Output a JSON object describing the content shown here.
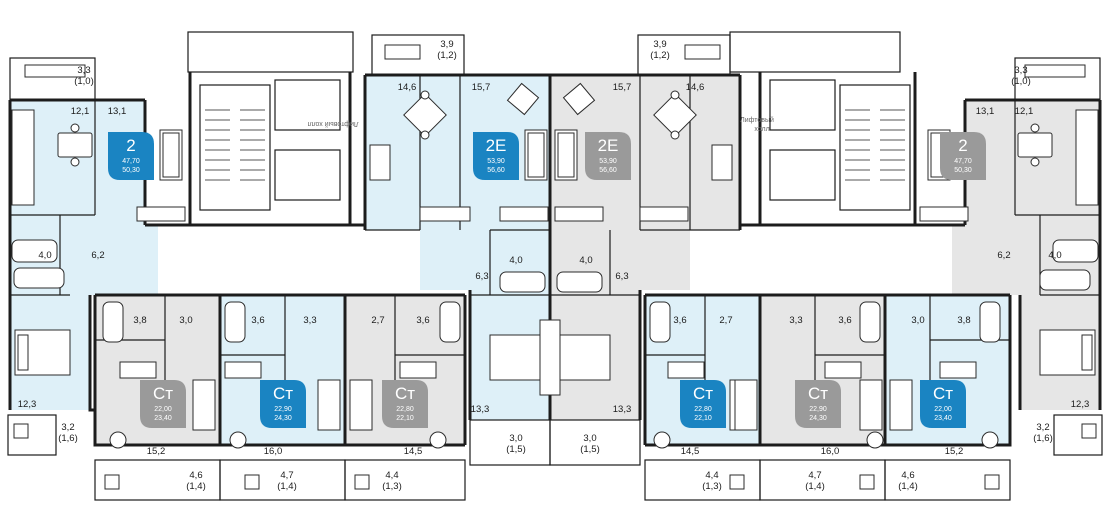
{
  "colors": {
    "blue_apartment": "#def0f8",
    "grey_apartment": "#e6e6e6",
    "blue_badge": "#1a84c2",
    "grey_badge": "#9a9a9a",
    "wall": "#1c1c1c"
  },
  "balconies": [
    {
      "id": "b-tl",
      "area": "3,3",
      "coef": "(1,0)"
    },
    {
      "id": "b-tc",
      "area": "3,9",
      "coef": "(1,2)"
    },
    {
      "id": "b-tc2",
      "area": "3,9",
      "coef": "(1,2)"
    },
    {
      "id": "b-tr",
      "area": "3,3",
      "coef": "(1,0)"
    },
    {
      "id": "b-l",
      "area": "3,2",
      "coef": "(1,6)"
    },
    {
      "id": "b-r",
      "area": "3,2",
      "coef": "(1,6)"
    },
    {
      "id": "b-b1",
      "area": "4,6",
      "coef": "(1,4)"
    },
    {
      "id": "b-b2",
      "area": "4,7",
      "coef": "(1,4)"
    },
    {
      "id": "b-b3",
      "area": "4,4",
      "coef": "(1,3)"
    },
    {
      "id": "b-b4",
      "area": "3,0",
      "coef": "(1,5)"
    },
    {
      "id": "b-b5",
      "area": "3,0",
      "coef": "(1,5)"
    },
    {
      "id": "b-b6",
      "area": "4,4",
      "coef": "(1,3)"
    },
    {
      "id": "b-b7",
      "area": "4,7",
      "coef": "(1,4)"
    },
    {
      "id": "b-b8",
      "area": "4,6",
      "coef": "(1,4)"
    }
  ],
  "room_areas": [
    {
      "id": "r1",
      "v": "12,1"
    },
    {
      "id": "r2",
      "v": "13,1"
    },
    {
      "id": "r3",
      "v": "14,6"
    },
    {
      "id": "r4",
      "v": "15,7"
    },
    {
      "id": "r5",
      "v": "15,7"
    },
    {
      "id": "r6",
      "v": "14,6"
    },
    {
      "id": "r7",
      "v": "13,1"
    },
    {
      "id": "r8",
      "v": "12,1"
    },
    {
      "id": "r9",
      "v": "4,0"
    },
    {
      "id": "r10",
      "v": "6,2"
    },
    {
      "id": "r11",
      "v": "4,0"
    },
    {
      "id": "r12",
      "v": "4,0"
    },
    {
      "id": "r13",
      "v": "6,2"
    },
    {
      "id": "r14",
      "v": "4,0"
    },
    {
      "id": "r15",
      "v": "6,3"
    },
    {
      "id": "r16",
      "v": "6,3"
    },
    {
      "id": "r17",
      "v": "3,8"
    },
    {
      "id": "r18",
      "v": "3,0"
    },
    {
      "id": "r19",
      "v": "3,6"
    },
    {
      "id": "r20",
      "v": "3,3"
    },
    {
      "id": "r21",
      "v": "2,7"
    },
    {
      "id": "r22",
      "v": "3,6"
    },
    {
      "id": "r23",
      "v": "3,6"
    },
    {
      "id": "r24",
      "v": "2,7"
    },
    {
      "id": "r25",
      "v": "3,3"
    },
    {
      "id": "r26",
      "v": "3,6"
    },
    {
      "id": "r27",
      "v": "3,0"
    },
    {
      "id": "r28",
      "v": "3,8"
    },
    {
      "id": "r29",
      "v": "12,3"
    },
    {
      "id": "r30",
      "v": "15,2"
    },
    {
      "id": "r31",
      "v": "16,0"
    },
    {
      "id": "r32",
      "v": "14,5"
    },
    {
      "id": "r33",
      "v": "13,3"
    },
    {
      "id": "r34",
      "v": "13,3"
    },
    {
      "id": "r35",
      "v": "14,5"
    },
    {
      "id": "r36",
      "v": "16,0"
    },
    {
      "id": "r37",
      "v": "15,2"
    },
    {
      "id": "r38",
      "v": "12,3"
    }
  ],
  "apartments": [
    {
      "id": "apt-2-left",
      "type": "2",
      "area_living": "47,70",
      "area_total": "50,30",
      "color": "blue"
    },
    {
      "id": "apt-2e-left",
      "type": "2E",
      "area_living": "53,90",
      "area_total": "56,60",
      "color": "blue"
    },
    {
      "id": "apt-2e-right",
      "type": "2E",
      "area_living": "53,90",
      "area_total": "56,60",
      "color": "grey"
    },
    {
      "id": "apt-2-right",
      "type": "2",
      "area_living": "47,70",
      "area_total": "50,30",
      "color": "grey"
    },
    {
      "id": "apt-st-1",
      "type": "Ст",
      "area_living": "22,00",
      "area_total": "23,40",
      "color": "grey"
    },
    {
      "id": "apt-st-2",
      "type": "Ст",
      "area_living": "22,90",
      "area_total": "24,30",
      "color": "blue"
    },
    {
      "id": "apt-st-3",
      "type": "Ст",
      "area_living": "22,80",
      "area_total": "22,10",
      "color": "grey"
    },
    {
      "id": "apt-st-4",
      "type": "Ст",
      "area_living": "22,80",
      "area_total": "22,10",
      "color": "blue"
    },
    {
      "id": "apt-st-5",
      "type": "Ст",
      "area_living": "22,90",
      "area_total": "24,30",
      "color": "grey"
    },
    {
      "id": "apt-st-6",
      "type": "Ст",
      "area_living": "22,00",
      "area_total": "23,40",
      "color": "blue"
    }
  ],
  "halls": {
    "left": "Лифтовый холл",
    "right_line1": "Лифтовый",
    "right_line2": "холл"
  }
}
